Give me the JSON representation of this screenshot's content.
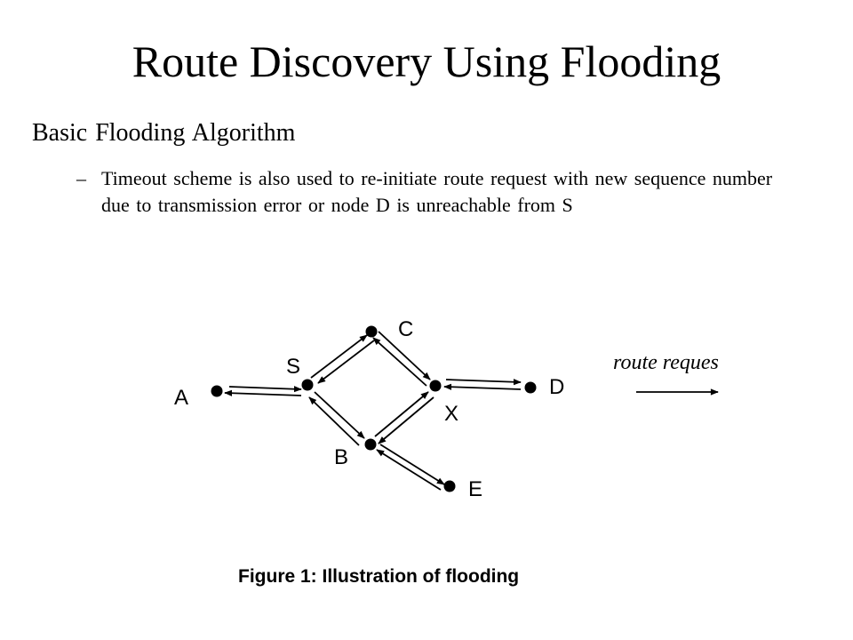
{
  "slide": {
    "title": "Route Discovery Using Flooding",
    "bullet_1": "Basic Flooding Algorithm",
    "bullet_2_dash": "–",
    "bullet_2": "Timeout scheme is also used to re-initiate route request with new sequence number due to transmission error or node D is unreachable from S"
  },
  "figure": {
    "nodes": {
      "A": "A",
      "S": "S",
      "C": "C",
      "X": "X",
      "D": "D",
      "B": "B",
      "E": "E"
    },
    "legend": "route reques",
    "caption": "Figure 1: Illustration of flooding"
  }
}
